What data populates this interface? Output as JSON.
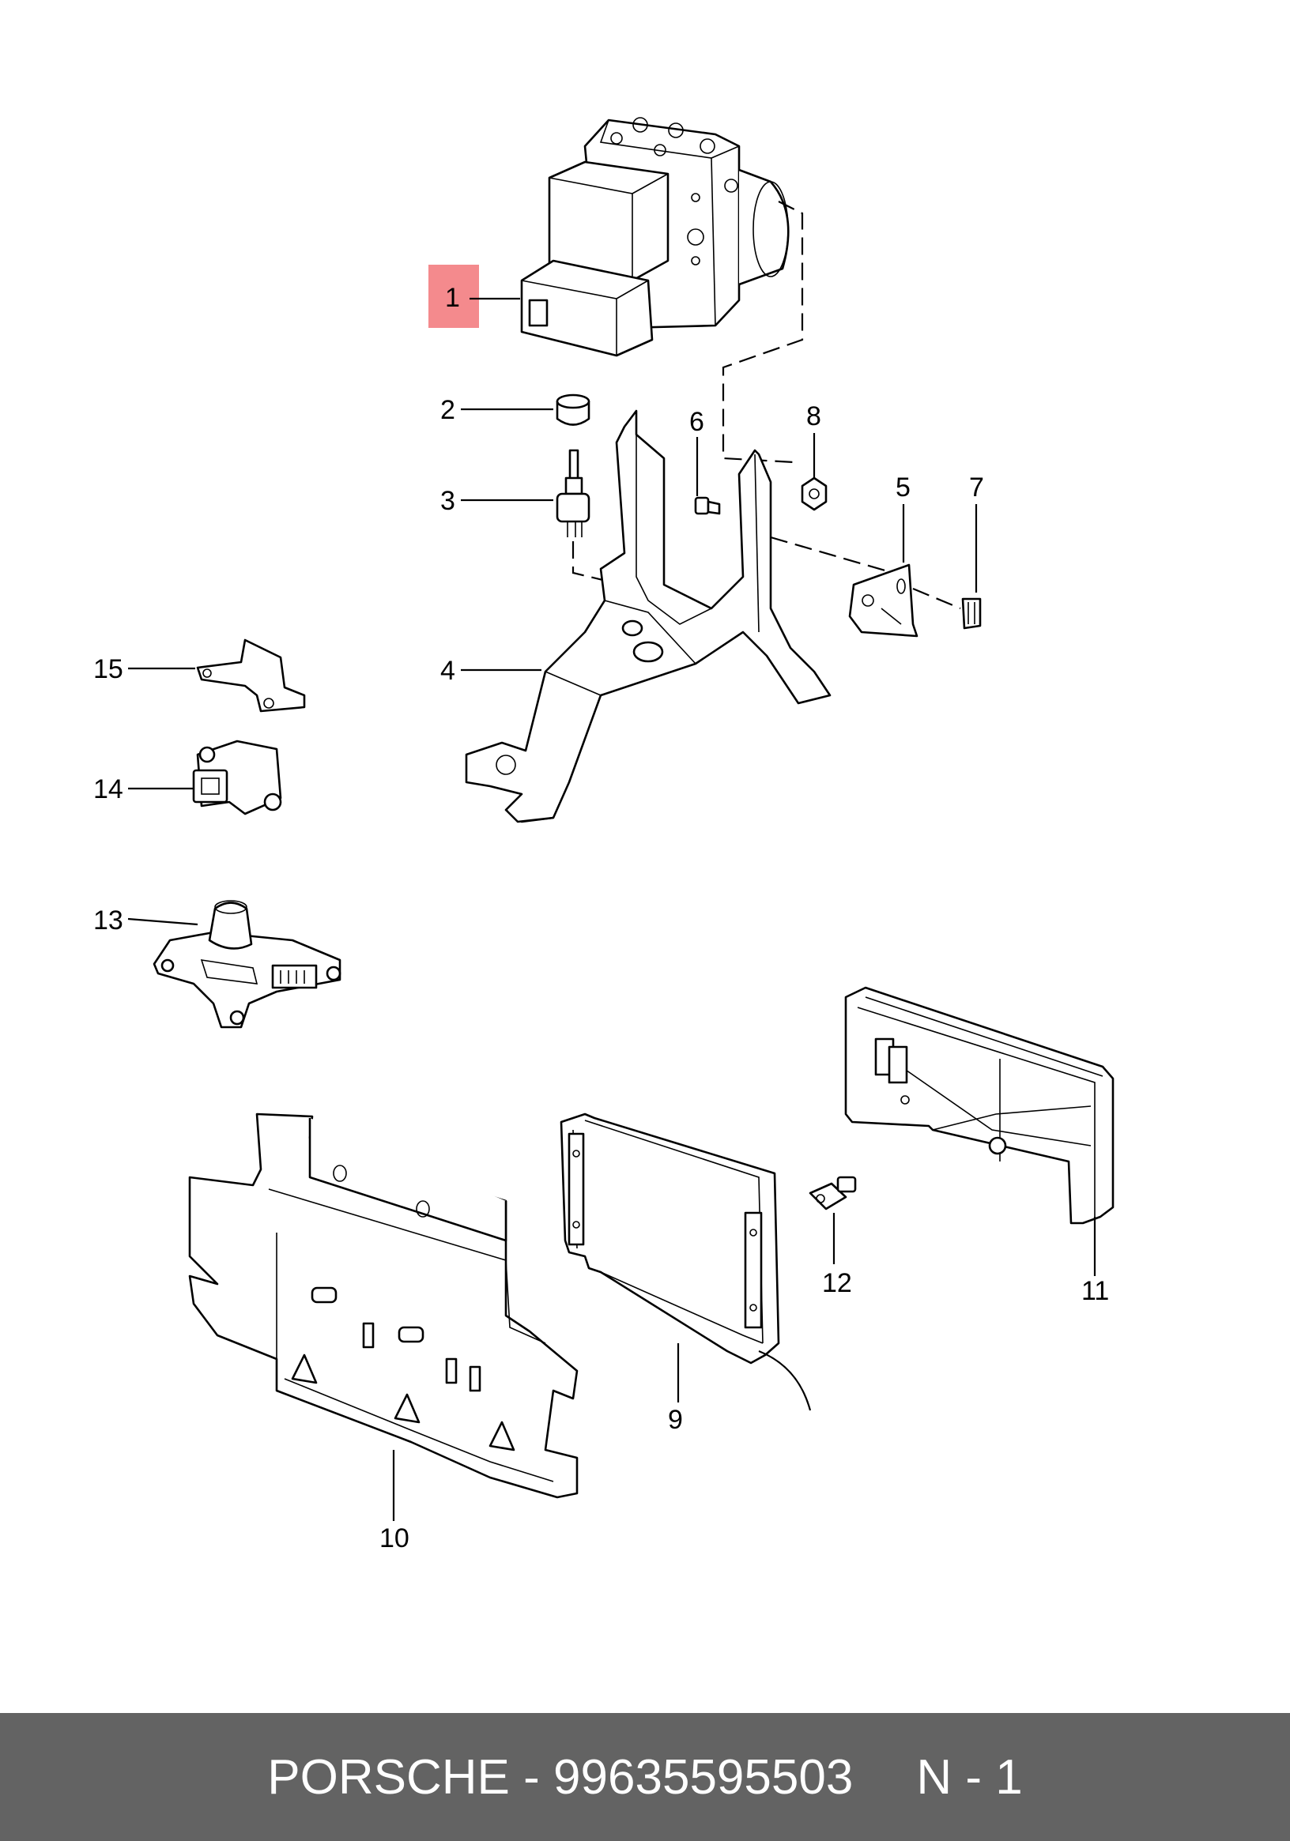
{
  "parts": [
    {
      "number": "1",
      "icon": "abs-hydraulic-unit-icon",
      "highlighted": true
    },
    {
      "number": "2",
      "icon": "rubber-bushing-icon"
    },
    {
      "number": "3",
      "icon": "mounting-stud-icon"
    },
    {
      "number": "4",
      "icon": "bracket-icon"
    },
    {
      "number": "5",
      "icon": "plate-bracket-icon"
    },
    {
      "number": "6",
      "icon": "bolt-icon"
    },
    {
      "number": "7",
      "icon": "clip-icon"
    },
    {
      "number": "8",
      "icon": "nut-icon"
    },
    {
      "number": "9",
      "icon": "control-unit-icon"
    },
    {
      "number": "10",
      "icon": "control-unit-holder-icon"
    },
    {
      "number": "11",
      "icon": "cover-frame-icon"
    },
    {
      "number": "12",
      "icon": "spacer-bolt-icon"
    },
    {
      "number": "13",
      "icon": "sensor-icon"
    },
    {
      "number": "14",
      "icon": "connector-sensor-icon"
    },
    {
      "number": "15",
      "icon": "small-bracket-icon"
    }
  ],
  "highlight_color": "#f48a8d",
  "footer": {
    "brand": "PORSCHE",
    "separator": "-",
    "part_number": "99635595503",
    "position": "N - 1"
  }
}
